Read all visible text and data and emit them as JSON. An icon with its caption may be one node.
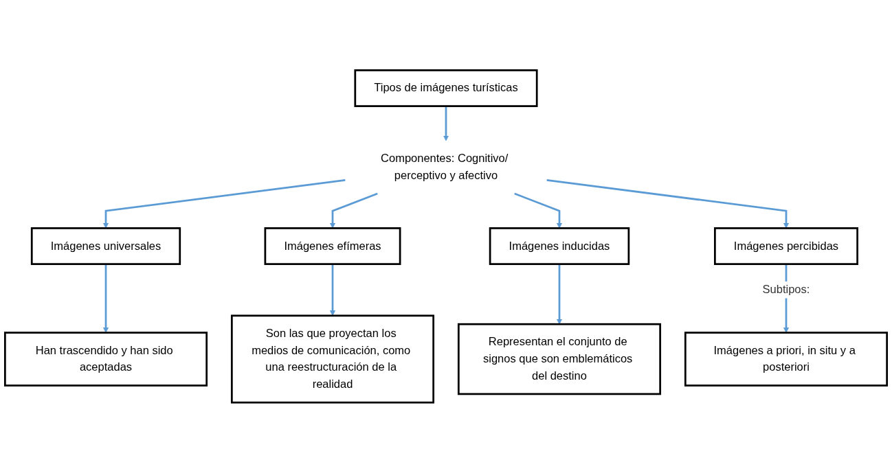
{
  "diagram": {
    "nodes": [
      {
        "text": [
          "Tipos de imágenes turísticas"
        ]
      },
      {
        "text": [
          "Componentes: Cognitivo/ perceptivo y afectivo"
        ]
      },
      {
        "text": [
          "Imágenes universales"
        ]
      },
      {
        "text": [
          "Imágenes efímeras"
        ]
      },
      {
        "text": [
          "Imágenes inducidas"
        ]
      },
      {
        "text": [
          "Imágenes percibidas"
        ]
      },
      {
        "text": [
          "Han trascendido y han sido aceptadas"
        ]
      },
      {
        "text": [
          "Son las que proyectan los medios de comunicación, como una reestructuración de la realidad"
        ]
      },
      {
        "text": [
          "Representan el conjunto de signos que son emblemáticos del destino"
        ]
      },
      {
        "text": [
          "Imágenes a priori, in situ y a posteriori"
        ]
      }
    ],
    "edges": [
      {
        "from": 0,
        "to": 1,
        "arrow": "to"
      },
      {
        "from": 1,
        "to": 2,
        "arrow": "to"
      },
      {
        "from": 1,
        "to": 3,
        "arrow": "to"
      },
      {
        "from": 1,
        "to": 4,
        "arrow": "to"
      },
      {
        "from": 1,
        "to": 5,
        "arrow": "to"
      },
      {
        "from": 2,
        "to": 6,
        "arrow": "to"
      },
      {
        "from": 3,
        "to": 7,
        "arrow": "to"
      },
      {
        "from": 4,
        "to": 8,
        "arrow": "to"
      },
      {
        "from": 5,
        "to": 9,
        "label": "Subtipos:",
        "arrow": "to"
      }
    ]
  }
}
